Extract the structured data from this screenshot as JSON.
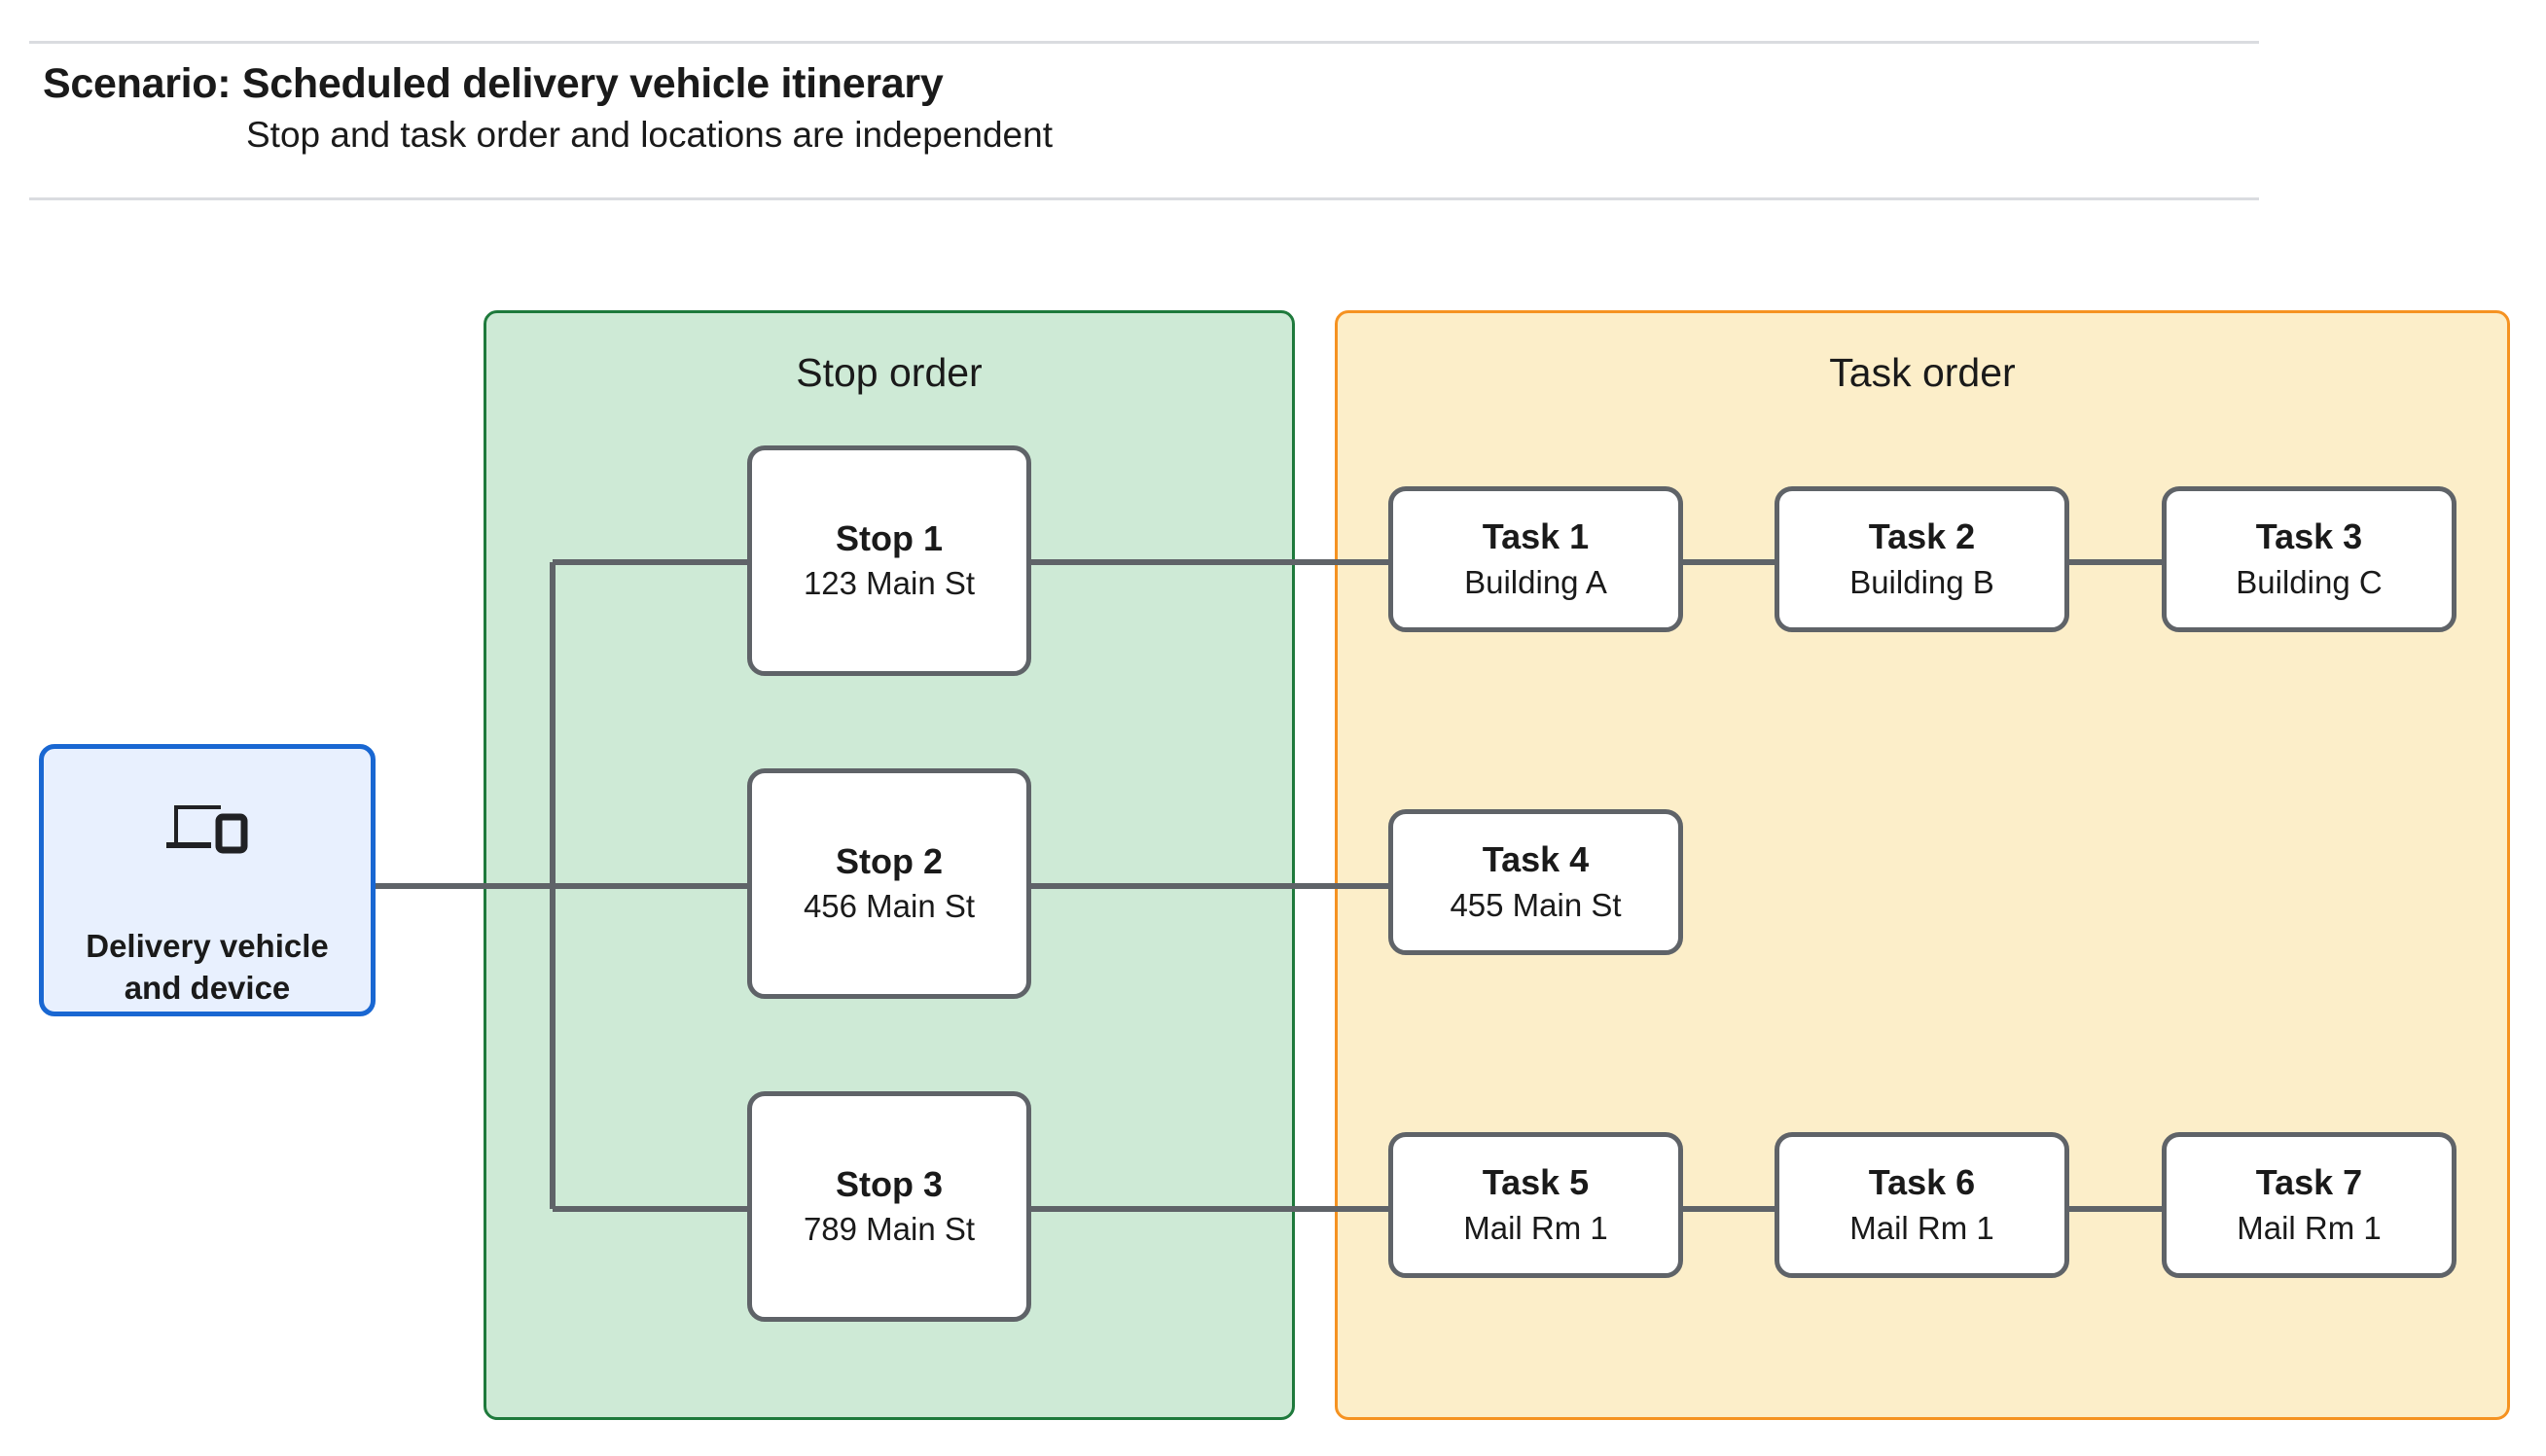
{
  "header": {
    "title": "Scenario: Scheduled delivery vehicle itinerary",
    "subtitle": "Stop and task order and locations are independent"
  },
  "vehicle": {
    "label": "Delivery vehicle\nand device",
    "icon": "devices-icon",
    "border_color": "#1967d2",
    "fill_color": "#e8f0fe"
  },
  "stop_panel": {
    "title": "Stop order",
    "fill_color": "#ceead6",
    "border_color": "#1e7a3c",
    "stops": [
      {
        "title": "Stop 1",
        "address": "123 Main St"
      },
      {
        "title": "Stop 2",
        "address": "456 Main St"
      },
      {
        "title": "Stop 3",
        "address": "789 Main St"
      }
    ]
  },
  "task_panel": {
    "title": "Task order",
    "fill_color": "#fceec9",
    "border_color": "#f59221",
    "rows": [
      {
        "tasks": [
          {
            "title": "Task 1",
            "location": "Building A"
          },
          {
            "title": "Task 2",
            "location": "Building B"
          },
          {
            "title": "Task 3",
            "location": "Building C"
          }
        ]
      },
      {
        "tasks": [
          {
            "title": "Task 4",
            "location": "455 Main St"
          }
        ]
      },
      {
        "tasks": [
          {
            "title": "Task 5",
            "location": "Mail Rm 1"
          },
          {
            "title": "Task 6",
            "location": "Mail Rm 1"
          },
          {
            "title": "Task 7",
            "location": "Mail Rm 1"
          }
        ]
      }
    ]
  },
  "connector_color": "#5f6368",
  "node_border_color": "#5f6368",
  "rule_color": "#dadce0"
}
